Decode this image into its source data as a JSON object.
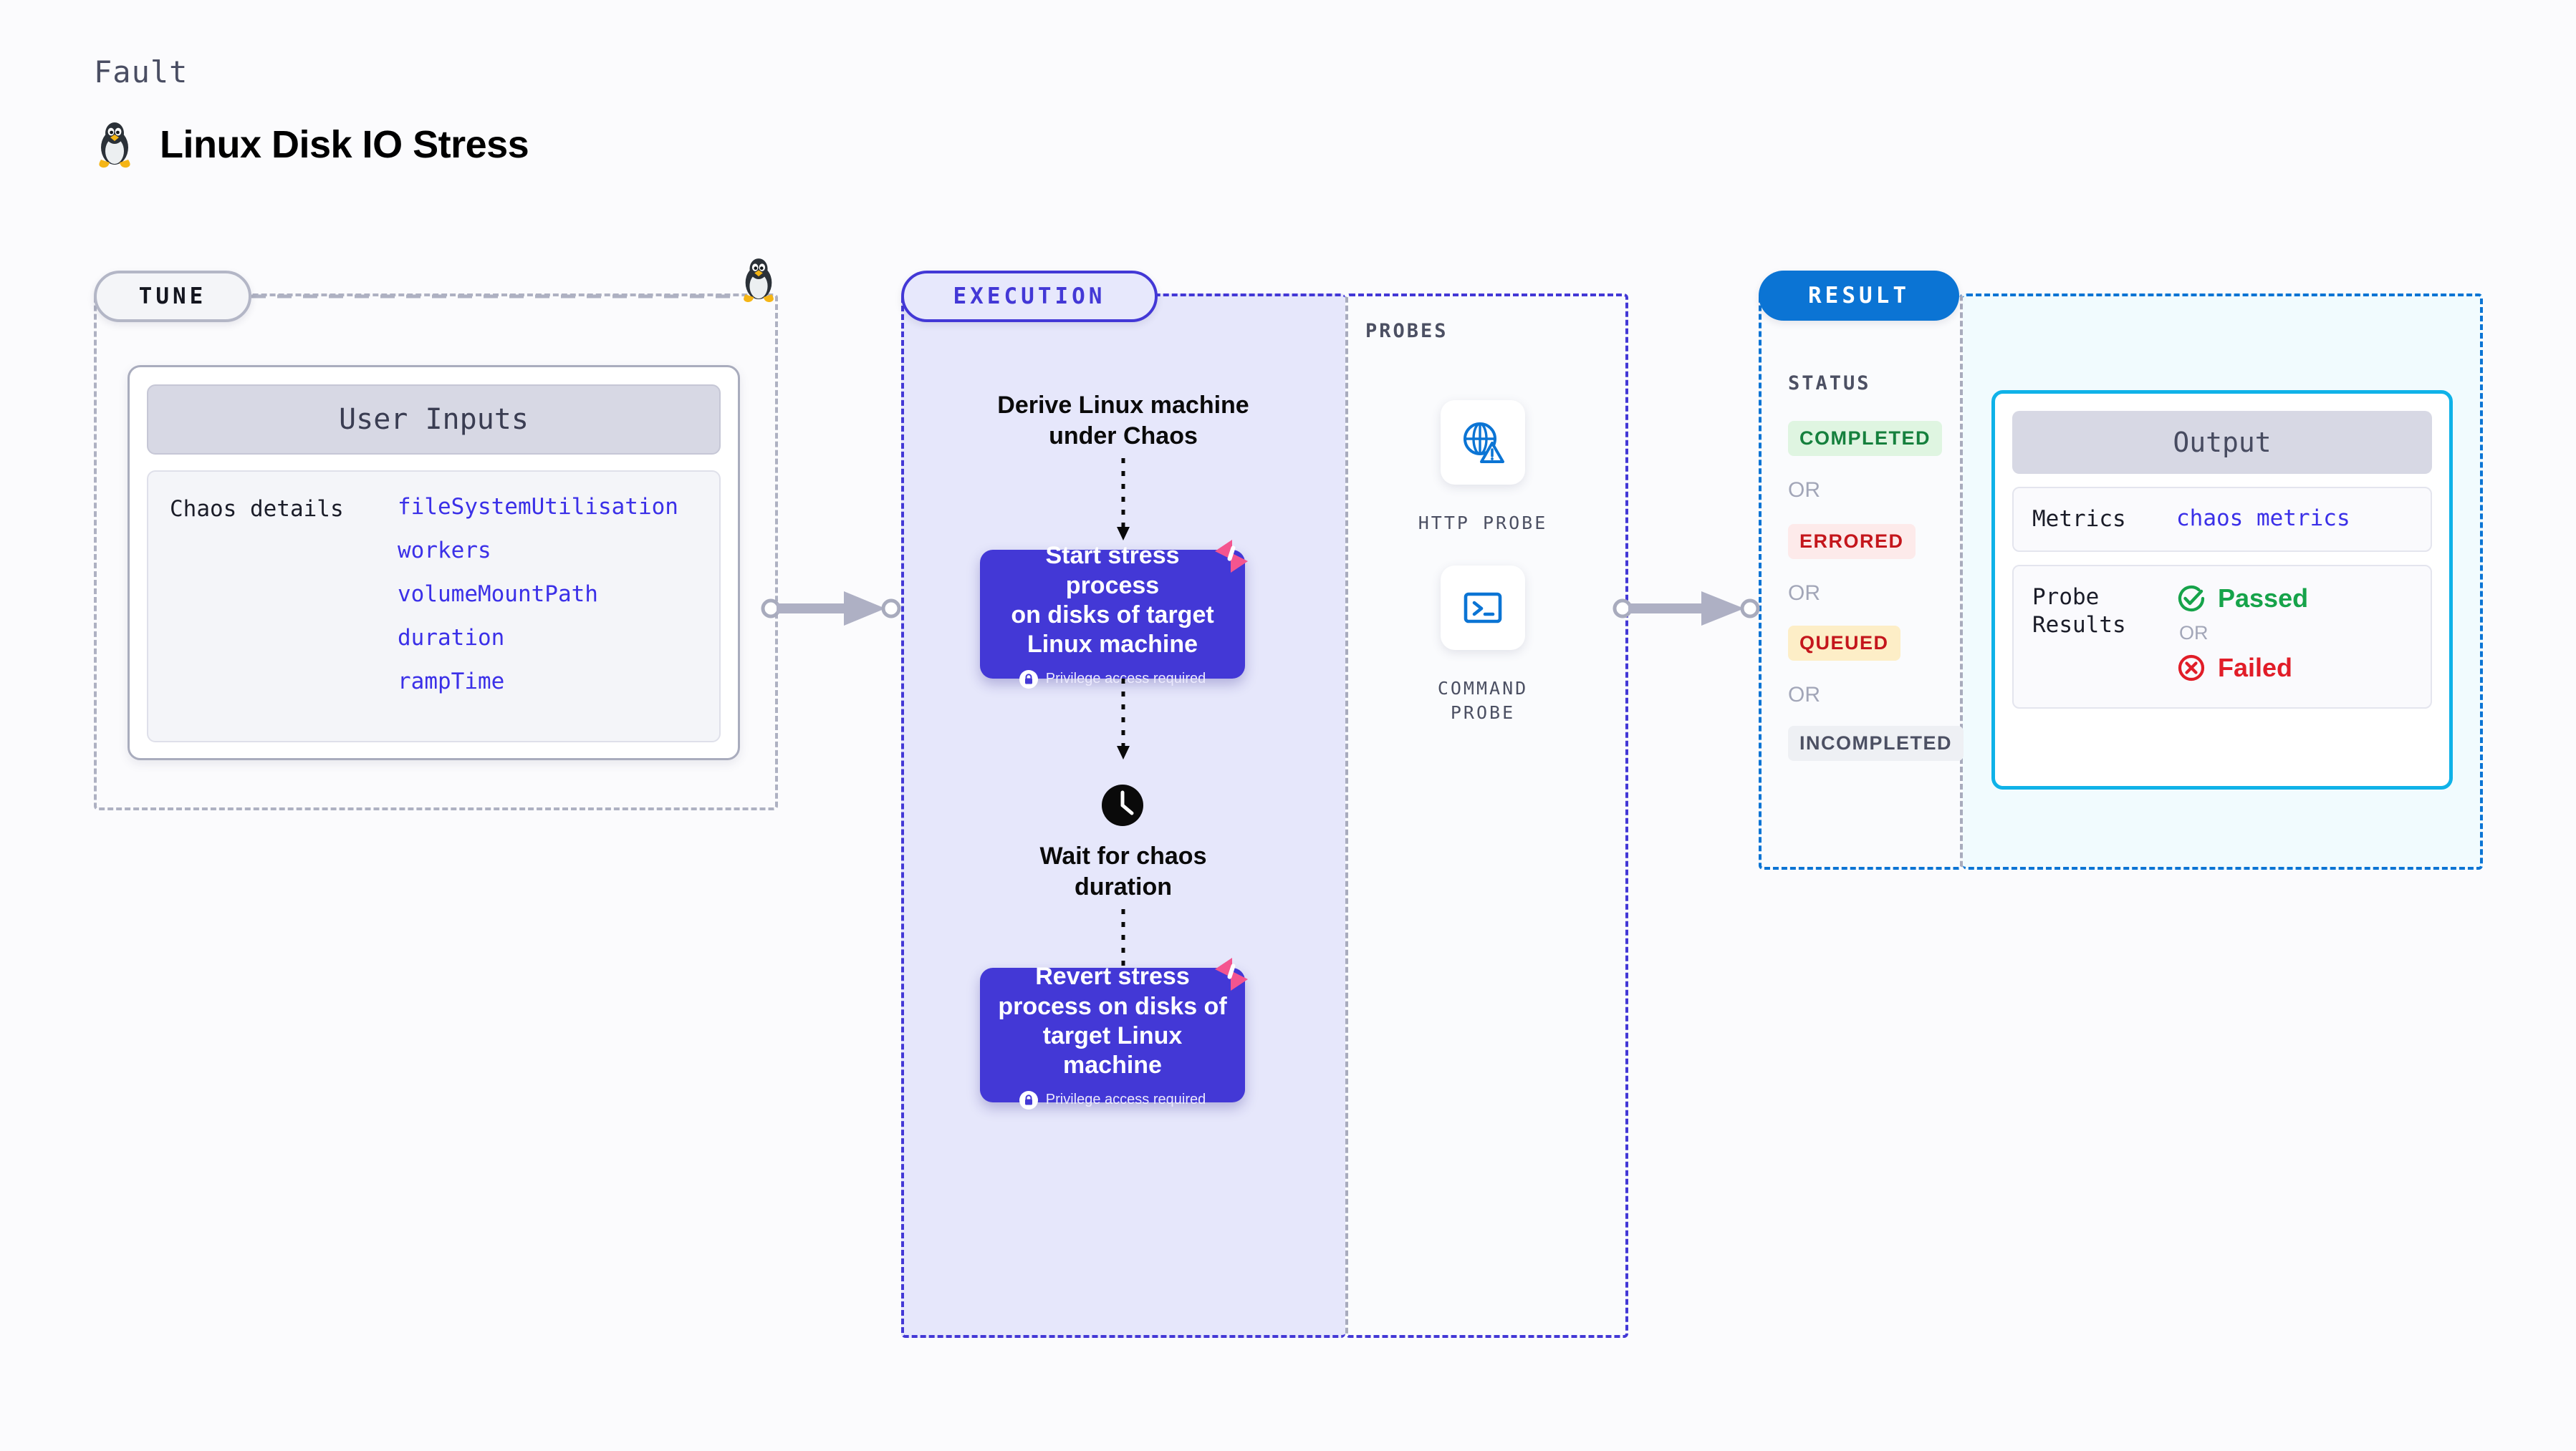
{
  "header": {
    "eyebrow": "Fault",
    "title": "Linux Disk IO Stress",
    "icon": "linux-penguin-icon"
  },
  "tune": {
    "pill_label": "TUNE",
    "card": {
      "header": "User Inputs",
      "key": "Chaos details",
      "values": [
        "fileSystemUtilisation",
        "workers",
        "volumeMountPath",
        "duration",
        "rampTime"
      ]
    }
  },
  "execution": {
    "pill_label": "EXECUTION",
    "steps": [
      {
        "type": "label",
        "text_line1": "Derive Linux machine",
        "text_line2": "under Chaos"
      },
      {
        "type": "node",
        "text_line1": "Start stress process",
        "text_line2": "on disks of target",
        "text_line3": "Linux machine",
        "privilege": "Privilege access required",
        "badge": "chaos-badge-icon"
      },
      {
        "type": "clock-label",
        "icon": "clock-icon",
        "text_line1": "Wait for chaos",
        "text_line2": "duration"
      },
      {
        "type": "node",
        "text_line1": "Revert stress",
        "text_line2": "process on disks of",
        "text_line3": "target Linux machine",
        "privilege": "Privilege access required",
        "badge": "chaos-badge-icon"
      }
    ]
  },
  "probes": {
    "title": "PROBES",
    "items": [
      {
        "icon": "globe-warning-icon",
        "caption_line1": "HTTP PROBE",
        "caption_line2": ""
      },
      {
        "icon": "terminal-icon",
        "caption_line1": "COMMAND",
        "caption_line2": "PROBE"
      }
    ]
  },
  "result": {
    "pill_label": "RESULT",
    "status_title": "STATUS",
    "or_label": "OR",
    "statuses": [
      {
        "label": "COMPLETED",
        "bg": "#dff5e1",
        "fg": "#15803d"
      },
      {
        "label": "ERRORED",
        "bg": "#fdeaea",
        "fg": "#c4161c"
      },
      {
        "label": "QUEUED",
        "bg": "#fdeec7",
        "fg": "#c4161c"
      },
      {
        "label": "INCOMPLETED",
        "bg": "#eef0f4",
        "fg": "#4c5063"
      }
    ],
    "output": {
      "header": "Output",
      "metrics_key": "Metrics",
      "metrics_value": "chaos metrics",
      "probe_key_line1": "Probe",
      "probe_key_line2": "Results",
      "passed_label": "Passed",
      "failed_label": "Failed",
      "or_label": "OR",
      "passed_icon": "check-circle-icon",
      "failed_icon": "x-circle-icon"
    }
  },
  "connectors": {
    "arrow1": "arrow-right-icon",
    "arrow2": "arrow-right-icon"
  },
  "colors": {
    "accent_purple": "#4338d6",
    "accent_blue": "#0b74d4",
    "accent_cyan": "#0fb2e8",
    "pink_badge": "#f4558f",
    "page_bg": "#fbfbfd"
  }
}
